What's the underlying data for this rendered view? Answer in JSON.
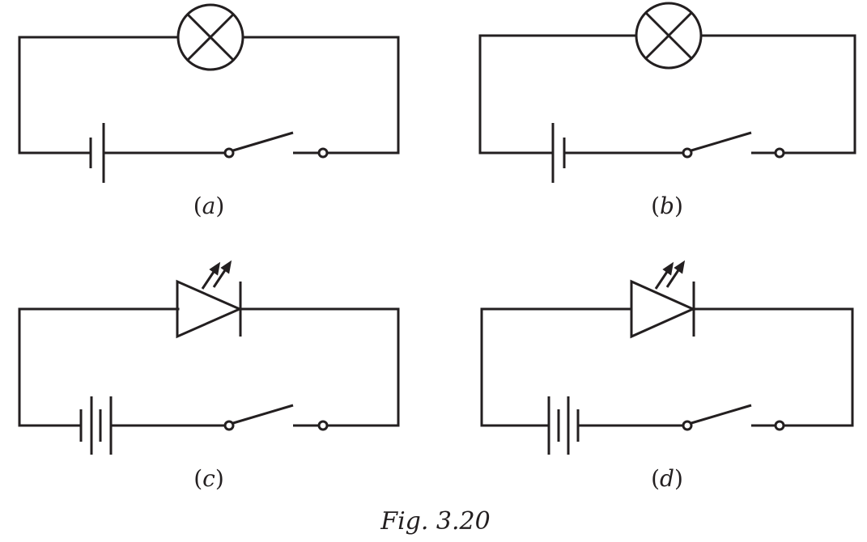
{
  "figure": {
    "caption": "Fig. 3.20",
    "panels": [
      {
        "id": "a",
        "label_open": "(",
        "label_letter": "a",
        "label_close": ")",
        "load": "lamp",
        "cells": 1
      },
      {
        "id": "b",
        "label_open": "(",
        "label_letter": "b",
        "label_close": ")",
        "load": "lamp",
        "cells": 1
      },
      {
        "id": "c",
        "label_open": "(",
        "label_letter": "c",
        "label_close": ")",
        "load": "led",
        "cells": 2
      },
      {
        "id": "d",
        "label_open": "(",
        "label_letter": "d",
        "label_close": ")",
        "load": "led",
        "cells": 2
      }
    ]
  }
}
